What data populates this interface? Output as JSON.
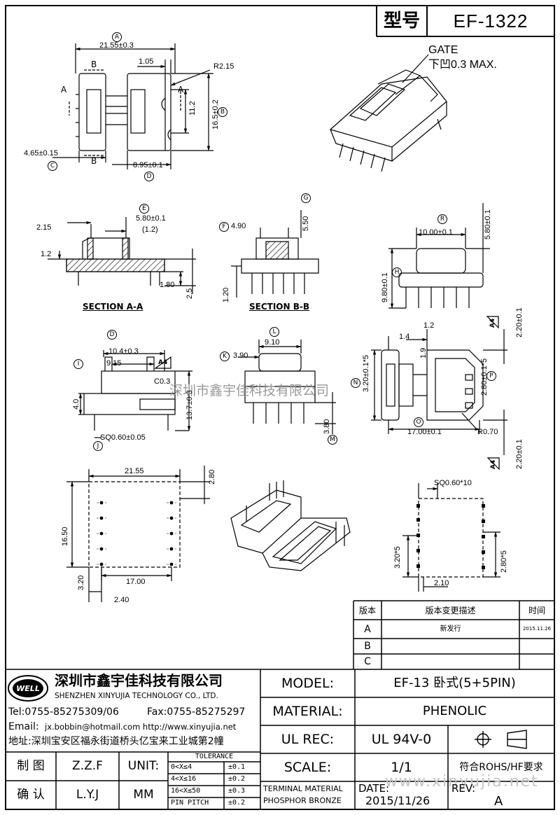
{
  "title_block": {
    "type_label": "型号",
    "part_no": "EF-1322",
    "company_cn": "深圳市鑫宇佳科技有限公司",
    "company_en": "SHENZHEN XINYUJIA TECHNOLOGY CO., LTD.",
    "tel": "Tel:0755-85275309/06",
    "fax": "Fax:0755-85275297",
    "email_label": "Email:",
    "email": "jx.bobbin@hotmail.com http://www.xinyujia.net",
    "address": "地址:深圳宝安区福永街道桥头亿宝来工业城第2幢",
    "logo_text": "WELL",
    "model_label": "MODEL:",
    "model_value": "EF-13 卧式(5+5PIN)",
    "material_label": "MATERIAL:",
    "material_value": "PHENOLIC",
    "ulrec_label": "UL REC:",
    "ulrec_value": "UL 94V-0",
    "scale_label": "SCALE:",
    "scale_value": "1/1",
    "rohs": "符合ROHS/HF要求",
    "drawn_label": "制 图",
    "drawn_by": "Z.Z.F",
    "check_label": "确 认",
    "checked_by": "L.Y.J",
    "unit_label": "UNIT:",
    "unit_value": "MM",
    "tolerance_title": "TOLERANCE",
    "tolerances": [
      {
        "range": "0<X≤4",
        "tol": "±0.1"
      },
      {
        "range": "4<X≤16",
        "tol": "±0.2"
      },
      {
        "range": "16<X≤50",
        "tol": "±0.3"
      },
      {
        "range": "PIN PITCH",
        "tol": "±0.2"
      }
    ],
    "terminal_material_label": "TERMINAL MATERIAL",
    "terminal_material_value": "PHOSPHOR BRONZE",
    "date_label": "DATE:",
    "date_value": "2015/11/26",
    "rev_label": "REV:",
    "rev_value": "A"
  },
  "revision_table": {
    "headers": [
      "版本",
      "版本变更描述",
      "时间"
    ],
    "rows": [
      {
        "ver": "A",
        "desc": "新发行",
        "date": "2015.11.26"
      },
      {
        "ver": "B",
        "desc": "",
        "date": ""
      },
      {
        "ver": "C",
        "desc": "",
        "date": ""
      }
    ]
  },
  "watermark": "深圳市鑫宇佳科技有限公司",
  "website_watermark": "www.xinyujia.net",
  "gate_note": {
    "line1": "GATE",
    "line2": "下凹0.3 MAX."
  },
  "sections": {
    "aa": "SECTION A-A",
    "bb": "SECTION B-B"
  },
  "dims": {
    "d1": "21.55±0.3",
    "d2": "1.05",
    "d3": "R2.15",
    "d4": "11.2",
    "d5": "16.5±0.2",
    "d6": "4.65±0.15",
    "d7": "8.95±0.1",
    "d8": "5.80±0.1",
    "d9": "(1.2)",
    "d10": "2.15",
    "d11": "1.2",
    "d12": "1.80",
    "d13": "2.5",
    "d14": "4.90",
    "d15": "5.50",
    "d16": "1.20",
    "d17": "10.00±0.1",
    "d18": "5.80±0.1",
    "d19": "9.80±0.1",
    "d20": "10.4±0.3",
    "d21": "9.15",
    "d22": "C0.3",
    "d23": "4.0",
    "d24": "13.7±0.3",
    "d25": "SQ0.60±0.05",
    "d26": "9.10",
    "d27": "3.90",
    "d28": "3.80",
    "d29": "1.2",
    "d30": "1.4",
    "d31": "1.9",
    "d32": "3.20±0.1*5",
    "d33": "2.80±0.1*5",
    "d34": "2.20±0.1",
    "d35": "17.00±0.1",
    "d36": "R0.70",
    "d37": "2.20±0.1",
    "d38": "21.55",
    "d39": "2.80",
    "d40": "16.50",
    "d41": "3.20",
    "d42": "17.00",
    "d43": "2.40",
    "d44": "SQ0.60*10",
    "d45": "3.20*5",
    "d46": "2.80*5",
    "d47": "2.10"
  },
  "letters": {
    "A": "A",
    "B": "B",
    "C": "C",
    "D": "D",
    "E": "E",
    "F": "F",
    "G": "G",
    "H": "H",
    "I": "I",
    "J": "J",
    "K": "K",
    "L": "L",
    "M": "M",
    "N": "N",
    "O": "O",
    "P": "P",
    "R": "R",
    "A4": "A4",
    "plain_A": "A",
    "plain_B": "B"
  }
}
